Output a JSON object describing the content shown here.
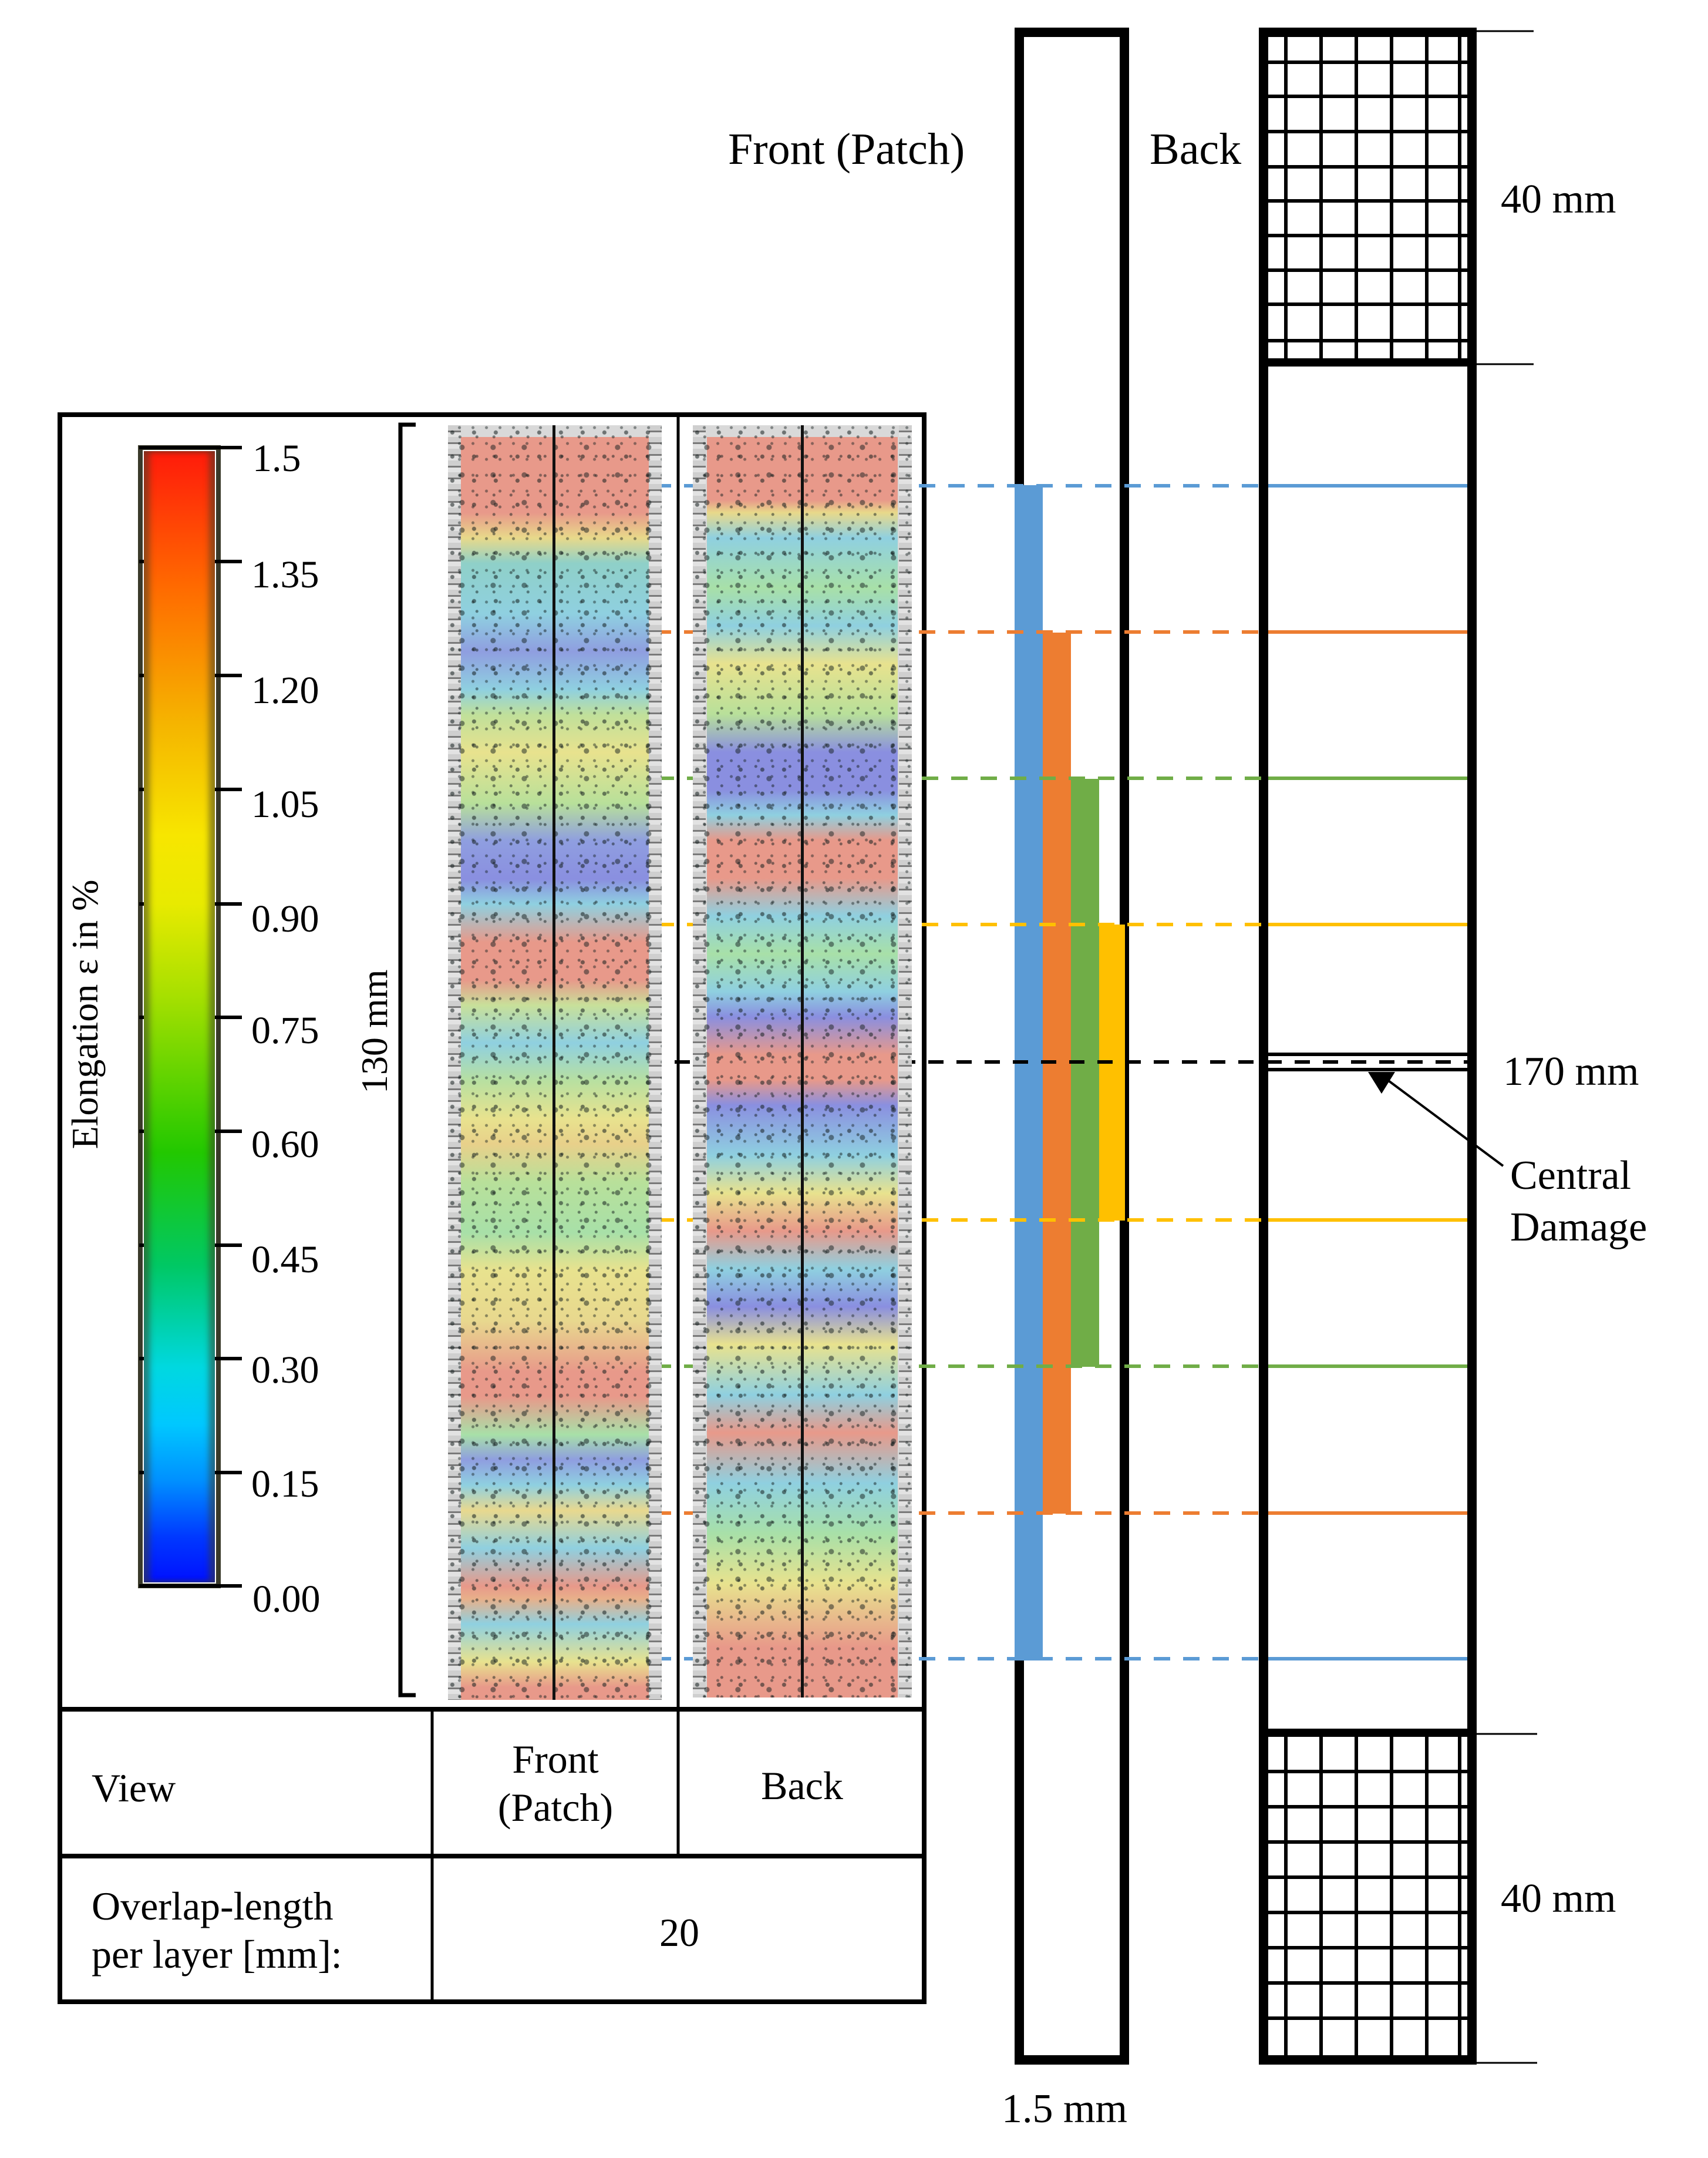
{
  "figure": {
    "colorbar": {
      "axis_label": "Elongation ε in %",
      "ticks": [
        "1.5",
        "1.35",
        "1.20",
        "1.05",
        "0.90",
        "0.75",
        "0.60",
        "0.45",
        "0.30",
        "0.15",
        "0.00"
      ],
      "gradient_colors": [
        "#ff1a0a",
        "#ff6a00",
        "#f5b400",
        "#f7e600",
        "#a8e000",
        "#22c800",
        "#00c864",
        "#00d8e0",
        "#0090ff",
        "#0038ff",
        "#0010ff"
      ]
    },
    "dic_panel": {
      "span_label": "130 mm",
      "front_label": "Front (Patch)",
      "back_label": "Back"
    },
    "table": {
      "row1": {
        "header": "View",
        "col1_line1": "Front",
        "col1_line2": "(Patch)",
        "col2": "Back"
      },
      "row2": {
        "header_line1": "Overlap-length",
        "header_line2": "per layer [mm]:",
        "value": "20"
      }
    },
    "side_view": {
      "front_label": "Front (Patch)",
      "back_label": "Back",
      "thickness_label": "1.5 mm",
      "patch_layers": [
        {
          "name": "layer-1",
          "color": "#5b9bd5"
        },
        {
          "name": "layer-2",
          "color": "#ed7d31"
        },
        {
          "name": "layer-3",
          "color": "#70ad47"
        },
        {
          "name": "layer-4",
          "color": "#ffc000"
        }
      ]
    },
    "specimen": {
      "grip_top_label": "40 mm",
      "grip_bottom_label": "40 mm",
      "center_label": "170 mm",
      "damage_label_line1": "Central",
      "damage_label_line2": "Damage"
    },
    "colors": {
      "blue": "#5b9bd5",
      "orange": "#ed7d31",
      "green": "#70ad47",
      "yellow": "#ffc000",
      "black": "#000000"
    }
  }
}
